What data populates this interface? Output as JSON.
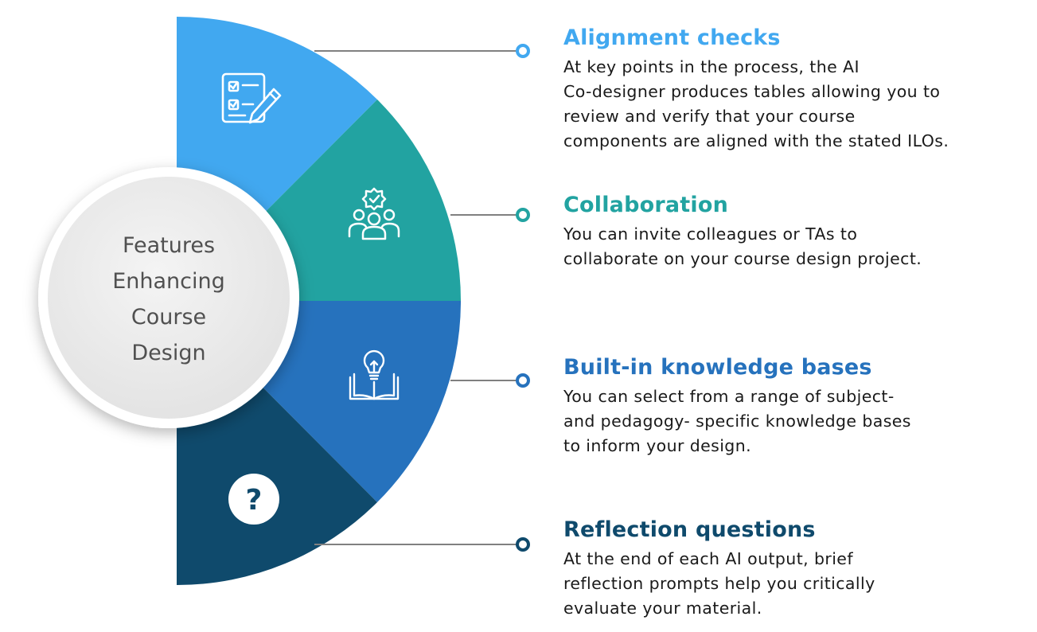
{
  "center": {
    "lines": [
      "Features",
      "Enhancing",
      "Course",
      "Design"
    ]
  },
  "colors": {
    "segment_1": "#41a8f0",
    "segment_2": "#22a3a1",
    "segment_3": "#2672bd",
    "segment_4": "#0f4a6c",
    "connector": "#808080"
  },
  "features": [
    {
      "title": "Alignment checks",
      "icon": "checklist-pencil-icon",
      "color": "#41a8f0",
      "lines": [
        "At key points in the process, the AI",
        "Co-designer produces tables allowing you to",
        "review and verify that your course",
        "components are aligned with the stated ILOs."
      ]
    },
    {
      "title": "Collaboration",
      "icon": "team-badge-icon",
      "color": "#22a3a1",
      "lines": [
        "You can invite colleagues or TAs to",
        "collaborate on your course design project."
      ]
    },
    {
      "title": "Built-in knowledge bases",
      "icon": "lightbulb-book-icon",
      "color": "#2672bd",
      "lines": [
        "You can select from a range of subject-",
        "and pedagogy- specific knowledge bases",
        "to inform your design."
      ]
    },
    {
      "title": "Reflection questions",
      "icon": "question-circle-icon",
      "color": "#0f4a6c",
      "lines": [
        "At the end of each AI output, brief",
        "reflection prompts help you critically",
        "evaluate your material."
      ]
    }
  ]
}
